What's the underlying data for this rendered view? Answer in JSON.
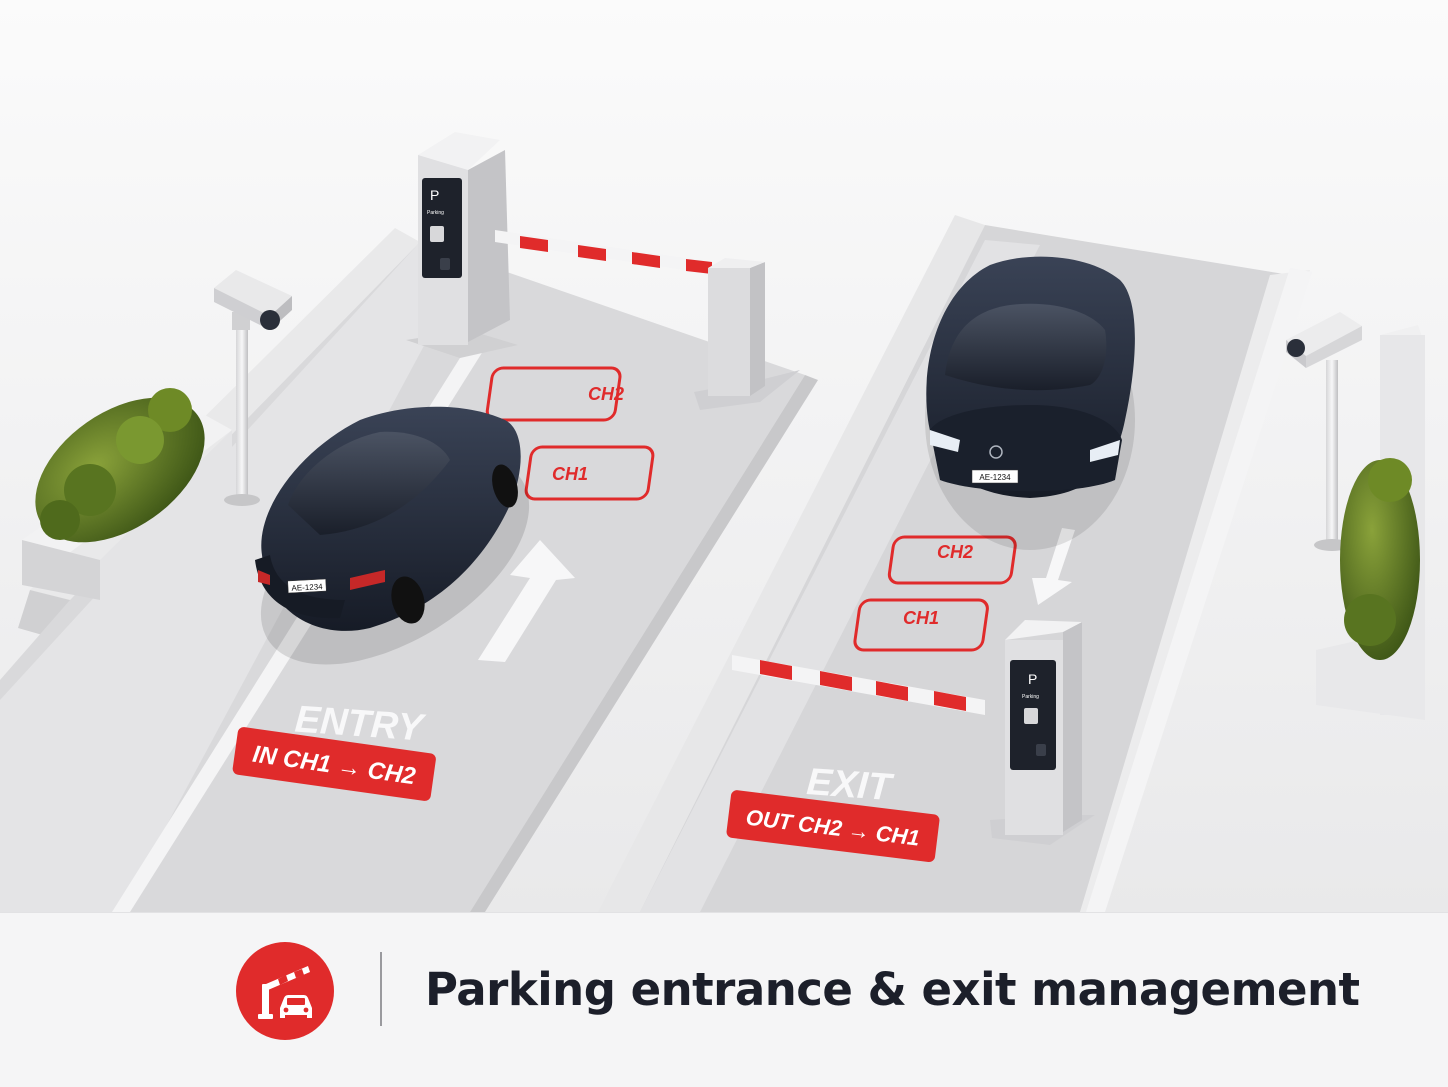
{
  "scene": {
    "entry_lane": {
      "label": "ENTRY",
      "route_badge": "IN CH1 → CH2",
      "loop_detectors": [
        "CH1",
        "CH2"
      ],
      "plate": "AE-1234",
      "kiosk": {
        "symbol": "P",
        "label": "Parking"
      }
    },
    "exit_lane": {
      "label": "EXIT",
      "route_badge": "OUT CH2 → CH1",
      "loop_detectors": [
        "CH2",
        "CH1"
      ],
      "plate": "AE-1234",
      "kiosk": {
        "symbol": "P",
        "label": "Parking"
      }
    }
  },
  "caption": {
    "title": "Parking entrance & exit management",
    "icon": "barrier-gate-car-icon"
  },
  "colors": {
    "accent": "#e02b2b",
    "car": "#1d2433",
    "lane": "#dcdcde",
    "text_dark": "#1c1f2a"
  }
}
